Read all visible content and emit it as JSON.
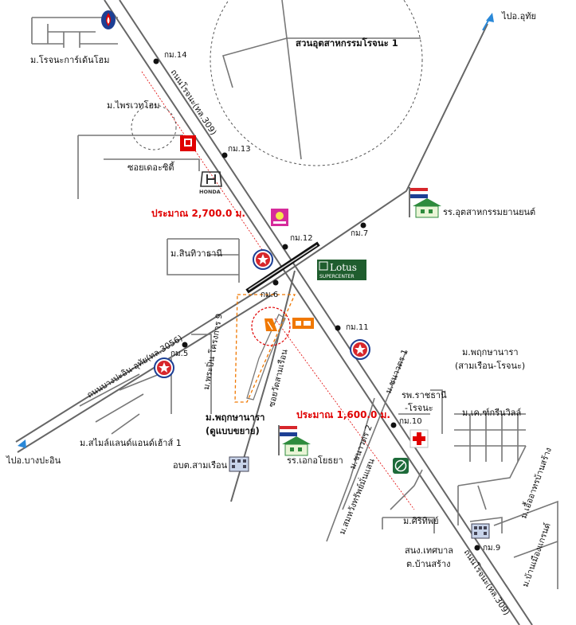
{
  "places": {
    "park": "สวนอุตสาหกรรมโรจนะ 1",
    "rojana_garden": "ม.โรจนะการ์เด้นโฮม",
    "praiwet": "ม.ไพรเวทโฮม",
    "soi_city": "ซอยเดอะซิตี้",
    "sinthawee": "ม.สินทิวาธานี",
    "industrial_school": "รร.อุตสาหกรรมยานยนต์",
    "pruksa_main": "ม.พฤกษานารา",
    "pruksa_ext": "(ดูแบบขยาย)",
    "ekoc_school": "รร.เอกอโยธยา",
    "obt": "อบต.สามเรือน",
    "smile_land": "ม.สไมล์แลนด์แอนด์เฮ้าส์ 1",
    "pruksa_right_1": "ม.พฤกษานารา",
    "pruksa_right_2": "(สามเรือน-โรจนะ)",
    "hospital_1": "รพ.ราชธานี",
    "hospital_2": "-โรจนะ",
    "kgreen": "ม.เค.ฑ์กรีนวิลล์",
    "sirithip": "ม.ศิริทิพย์",
    "municipal_1": "สนง.เทศบาล",
    "municipal_2": "ต.บ้านสร้าง"
  },
  "roads": {
    "rojana_top": "ถนนโรจนะ(ทล.309)",
    "rojana_bottom": "ถนนโรจนะ(ทล.309)",
    "bangpain": "ถนนบางปะอิน-อุทัย(ทล.3056)",
    "to_uthai": "ไปอ.อุทัย",
    "to_bangpain": "ไปอ.บางปะอิน",
    "soi_samruean": "ซอยวัดสามเรือน",
    "soi_chanawat": "ม.ชนาวตร 1",
    "soi_chanawat2": "ม.ชนาวตร 2",
    "soi_somhwang": "ม.สมหวังทรัพย์มั่นแสน",
    "soi_prapin": "ม.พระปิ่น โครงการ 9",
    "soi_ua": "ม.เอื้ออาทรบ้านสร้าง",
    "soi_banmueang": "ม.บ้านเมืองแกรนด์"
  },
  "km": {
    "k14": "กม.14",
    "k13": "กม.13",
    "k12": "กม.12",
    "k7": "กม.7",
    "k6": "กม.6",
    "k11": "กม.11",
    "k5": "กม.5",
    "k10": "กม.10",
    "k9": "กม.9"
  },
  "distances": {
    "north": "ประมาณ 2,700.0 ม.",
    "south": "ประมาณ 1,600.0 ม."
  },
  "brands": {
    "lotus_name": "Lotus",
    "lotus_sub": "SUPERCENTER",
    "honda": "HONDA"
  },
  "colors": {
    "road": "#666666",
    "distance_red": "#e00000",
    "railway": "#111111",
    "pin_orange": "#f07800",
    "caltex_red": "#d7262b",
    "caltex_blue": "#1d3f94",
    "lotus_green": "#1f5d2e",
    "hospital_red": "#e00000",
    "arrow_blue": "#2a88d8"
  },
  "icons": [
    "ptt-station-icon",
    "mitsubishi-icon",
    "honda-logo-icon",
    "caltex-station-icon",
    "lotus-logo-icon",
    "school-flag-icon",
    "hospital-cross-icon",
    "office-building-icon",
    "pruksa-pin-icon",
    "pruksa-logo-icon",
    "bank-icon",
    "direction-arrow-icon"
  ]
}
